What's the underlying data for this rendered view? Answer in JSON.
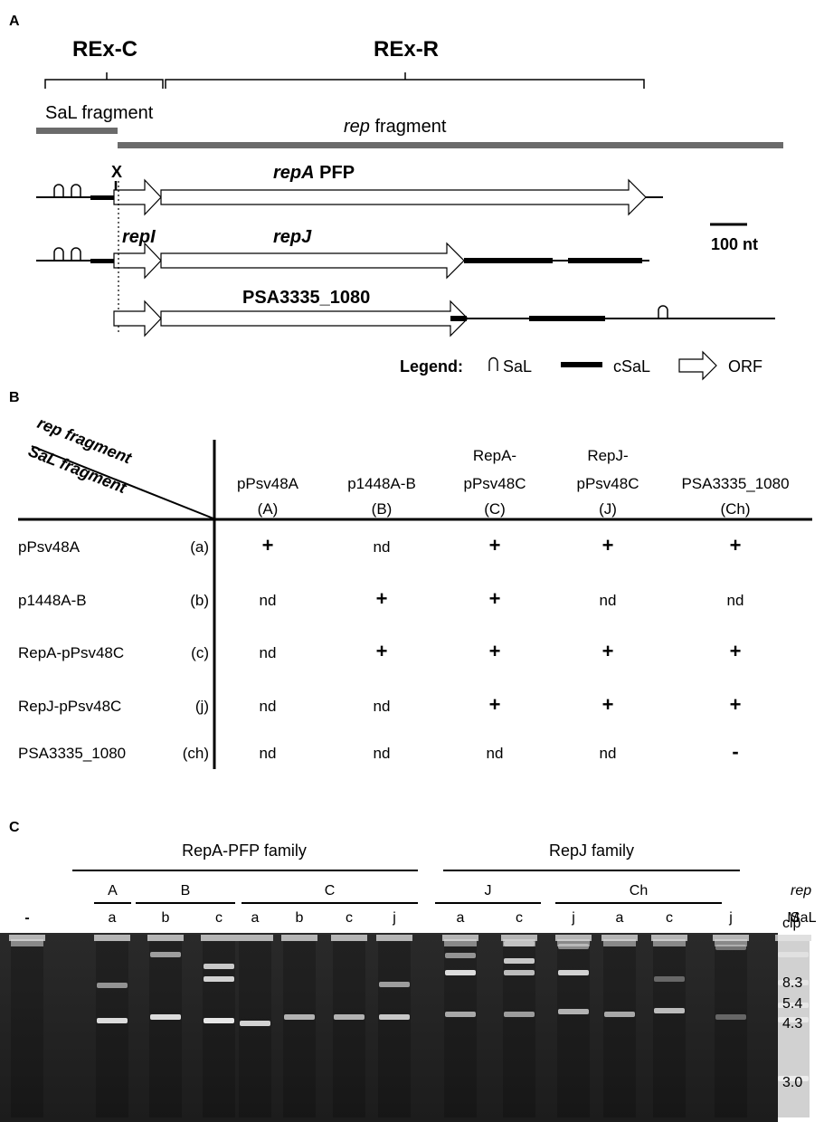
{
  "panelA": {
    "letter": "A",
    "rex_c": "REx-C",
    "rex_r": "REx-R",
    "sal_fragment": "SaL fragment",
    "rep_fragment_ital": "rep",
    "rep_fragment_rest": " fragment",
    "x_mark": "X",
    "repA_ital": "repA",
    "repA_rest": " PFP",
    "repI": "repI",
    "repJ": "repJ",
    "psa": "PSA3335_1080",
    "scale": "100 nt",
    "legend_title": "Legend:",
    "legend_sal": "SaL",
    "legend_csal": "cSaL",
    "legend_orf": "ORF"
  },
  "panelB": {
    "letter": "B",
    "corner_rep": "rep fragment",
    "corner_sal": "SaL fragment",
    "columns": [
      {
        "line1": "",
        "line2": "pPsv48A",
        "line3": "(A)"
      },
      {
        "line1": "",
        "line2": "p1448A-B",
        "line3": "(B)"
      },
      {
        "line1": "RepA-",
        "line2": "pPsv48C",
        "line3": "(C)"
      },
      {
        "line1": "RepJ-",
        "line2": "pPsv48C",
        "line3": "(J)"
      },
      {
        "line1": "",
        "line2": "PSA3335_1080",
        "line3": "(Ch)"
      }
    ],
    "rows": [
      {
        "name": "pPsv48A",
        "code": "(a)",
        "cells": [
          "+",
          "nd",
          "+",
          "+",
          "+"
        ]
      },
      {
        "name": "p1448A-B",
        "code": "(b)",
        "cells": [
          "nd",
          "+",
          "+",
          "nd",
          "nd"
        ]
      },
      {
        "name": "RepA-pPsv48C",
        "code": "(c)",
        "cells": [
          "nd",
          "+",
          "+",
          "+",
          "+"
        ]
      },
      {
        "name": "RepJ-pPsv48C",
        "code": "(j)",
        "cells": [
          "nd",
          "nd",
          "+",
          "+",
          "+"
        ]
      },
      {
        "name": "PSA3335_1080",
        "code": "(ch)",
        "cells": [
          "nd",
          "nd",
          "nd",
          "nd",
          "-"
        ]
      }
    ]
  },
  "panelC": {
    "letter": "C",
    "family1": "RepA-PFP family",
    "family2": "RepJ family",
    "rep_groups": [
      "A",
      "B",
      "C",
      "J",
      "Ch"
    ],
    "rep_label": "rep",
    "sal_label": "SaL",
    "lanes": [
      "-",
      "a",
      "b",
      "c",
      "a",
      "b",
      "c",
      "j",
      "a",
      "c",
      "j",
      "a",
      "c",
      "j",
      "M"
    ],
    "size_labels": [
      "clp",
      "8.3",
      "5.4",
      "4.3",
      "3.0"
    ],
    "gel_bg": "#242424"
  }
}
